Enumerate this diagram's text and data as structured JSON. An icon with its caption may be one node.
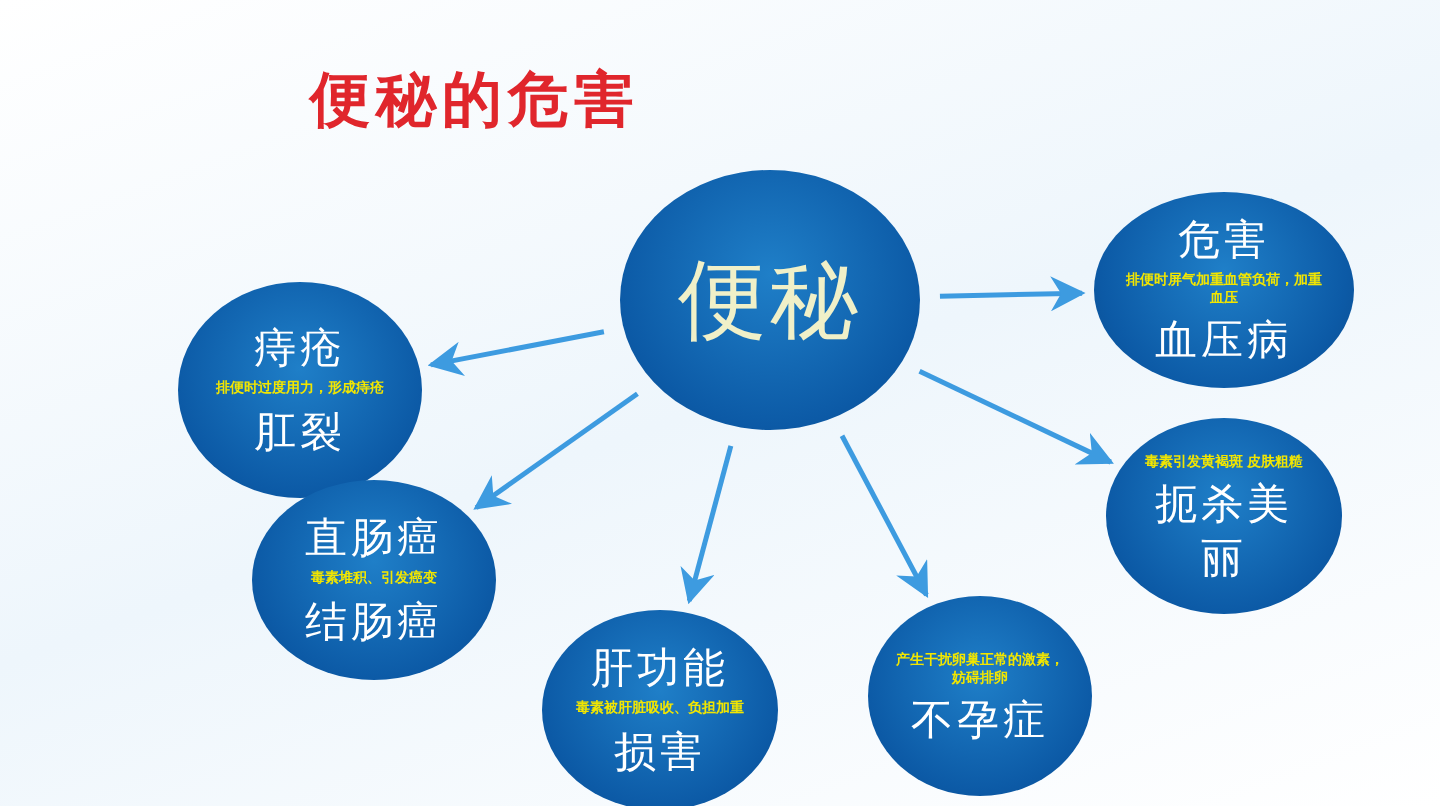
{
  "diagram": {
    "title": "便秘的危害",
    "nodes": [
      {
        "text": [
          "便秘"
        ]
      },
      {
        "text": [
          "痔疮",
          "排便时过度用力，形成痔疮",
          "肛裂"
        ]
      },
      {
        "text": [
          "危害",
          "排便时屏气加重血管负荷，加重血压",
          "血压病"
        ]
      },
      {
        "text": [
          "直肠癌",
          "毒素堆积、引发癌变",
          "结肠癌"
        ]
      },
      {
        "text": [
          "肝功能",
          "毒素被肝脏吸收、负担加重",
          "损害"
        ]
      },
      {
        "text": [
          "产生干扰卵巢正常的激素，妨碍排卵",
          "不孕症"
        ]
      },
      {
        "text": [
          "毒素引发黄褐斑 皮肤粗糙",
          "扼杀美丽"
        ]
      }
    ],
    "edges": [
      {
        "from": 0,
        "to": 1,
        "arrow": "to"
      },
      {
        "from": 0,
        "to": 2,
        "arrow": "to"
      },
      {
        "from": 0,
        "to": 3,
        "arrow": "to"
      },
      {
        "from": 0,
        "to": 4,
        "arrow": "to"
      },
      {
        "from": 0,
        "to": 5,
        "arrow": "to"
      },
      {
        "from": 0,
        "to": 6,
        "arrow": "to"
      }
    ]
  }
}
